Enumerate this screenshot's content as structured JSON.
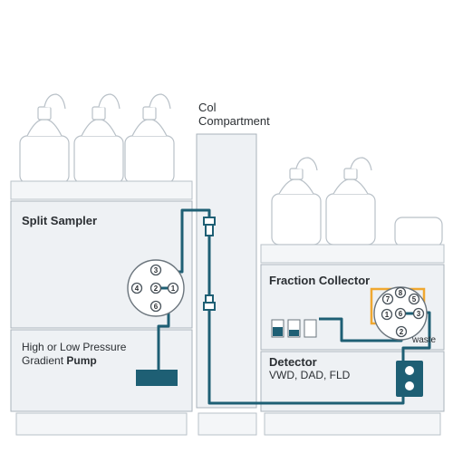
{
  "labels": {
    "column_compartment_line1": "Col",
    "column_compartment_line2": "Compartment",
    "split_sampler": "Split Sampler",
    "pump_line1": "High or Low Pressure",
    "pump_line2_prefix": "Gradient ",
    "pump_line2_bold": "Pump",
    "fraction_collector": "Fraction Collector",
    "waste": "waste",
    "detector": "Detector",
    "detector_types": "VWD, DAD, FLD"
  },
  "sampler_valve_ports": [
    "1",
    "2",
    "3",
    "4",
    "6"
  ],
  "collector_valve_ports": [
    "1",
    "2",
    "3",
    "5",
    "6",
    "7",
    "8"
  ],
  "colors": {
    "tubing": "#1e5f74",
    "module_fill": "#eef1f4",
    "outline": "#a9b3bb",
    "highlight": "#f0a830"
  }
}
